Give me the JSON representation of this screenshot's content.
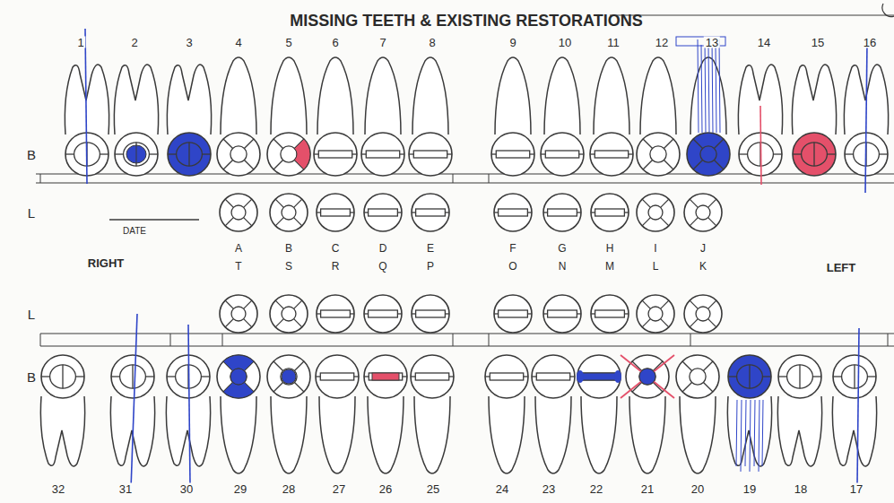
{
  "diagram": {
    "title": "MISSING TEETH & EXISTING RESTORATIONS",
    "labels": [
      "1",
      "2",
      "3",
      "4",
      "5",
      "6",
      "7",
      "8",
      "9",
      "10",
      "11",
      "12",
      "13",
      "14",
      "15",
      "16",
      "B",
      "L",
      "DATE",
      "RIGHT",
      "A",
      "B",
      "C",
      "D",
      "E",
      "F",
      "G",
      "H",
      "I",
      "J",
      "T",
      "S",
      "R",
      "Q",
      "P",
      "O",
      "N",
      "M",
      "L",
      "K",
      "LEFT",
      "L",
      "B",
      "32",
      "31",
      "30",
      "29",
      "28",
      "27",
      "26",
      "25",
      "24",
      "23",
      "22",
      "21",
      "20",
      "19",
      "18",
      "17"
    ]
  }
}
